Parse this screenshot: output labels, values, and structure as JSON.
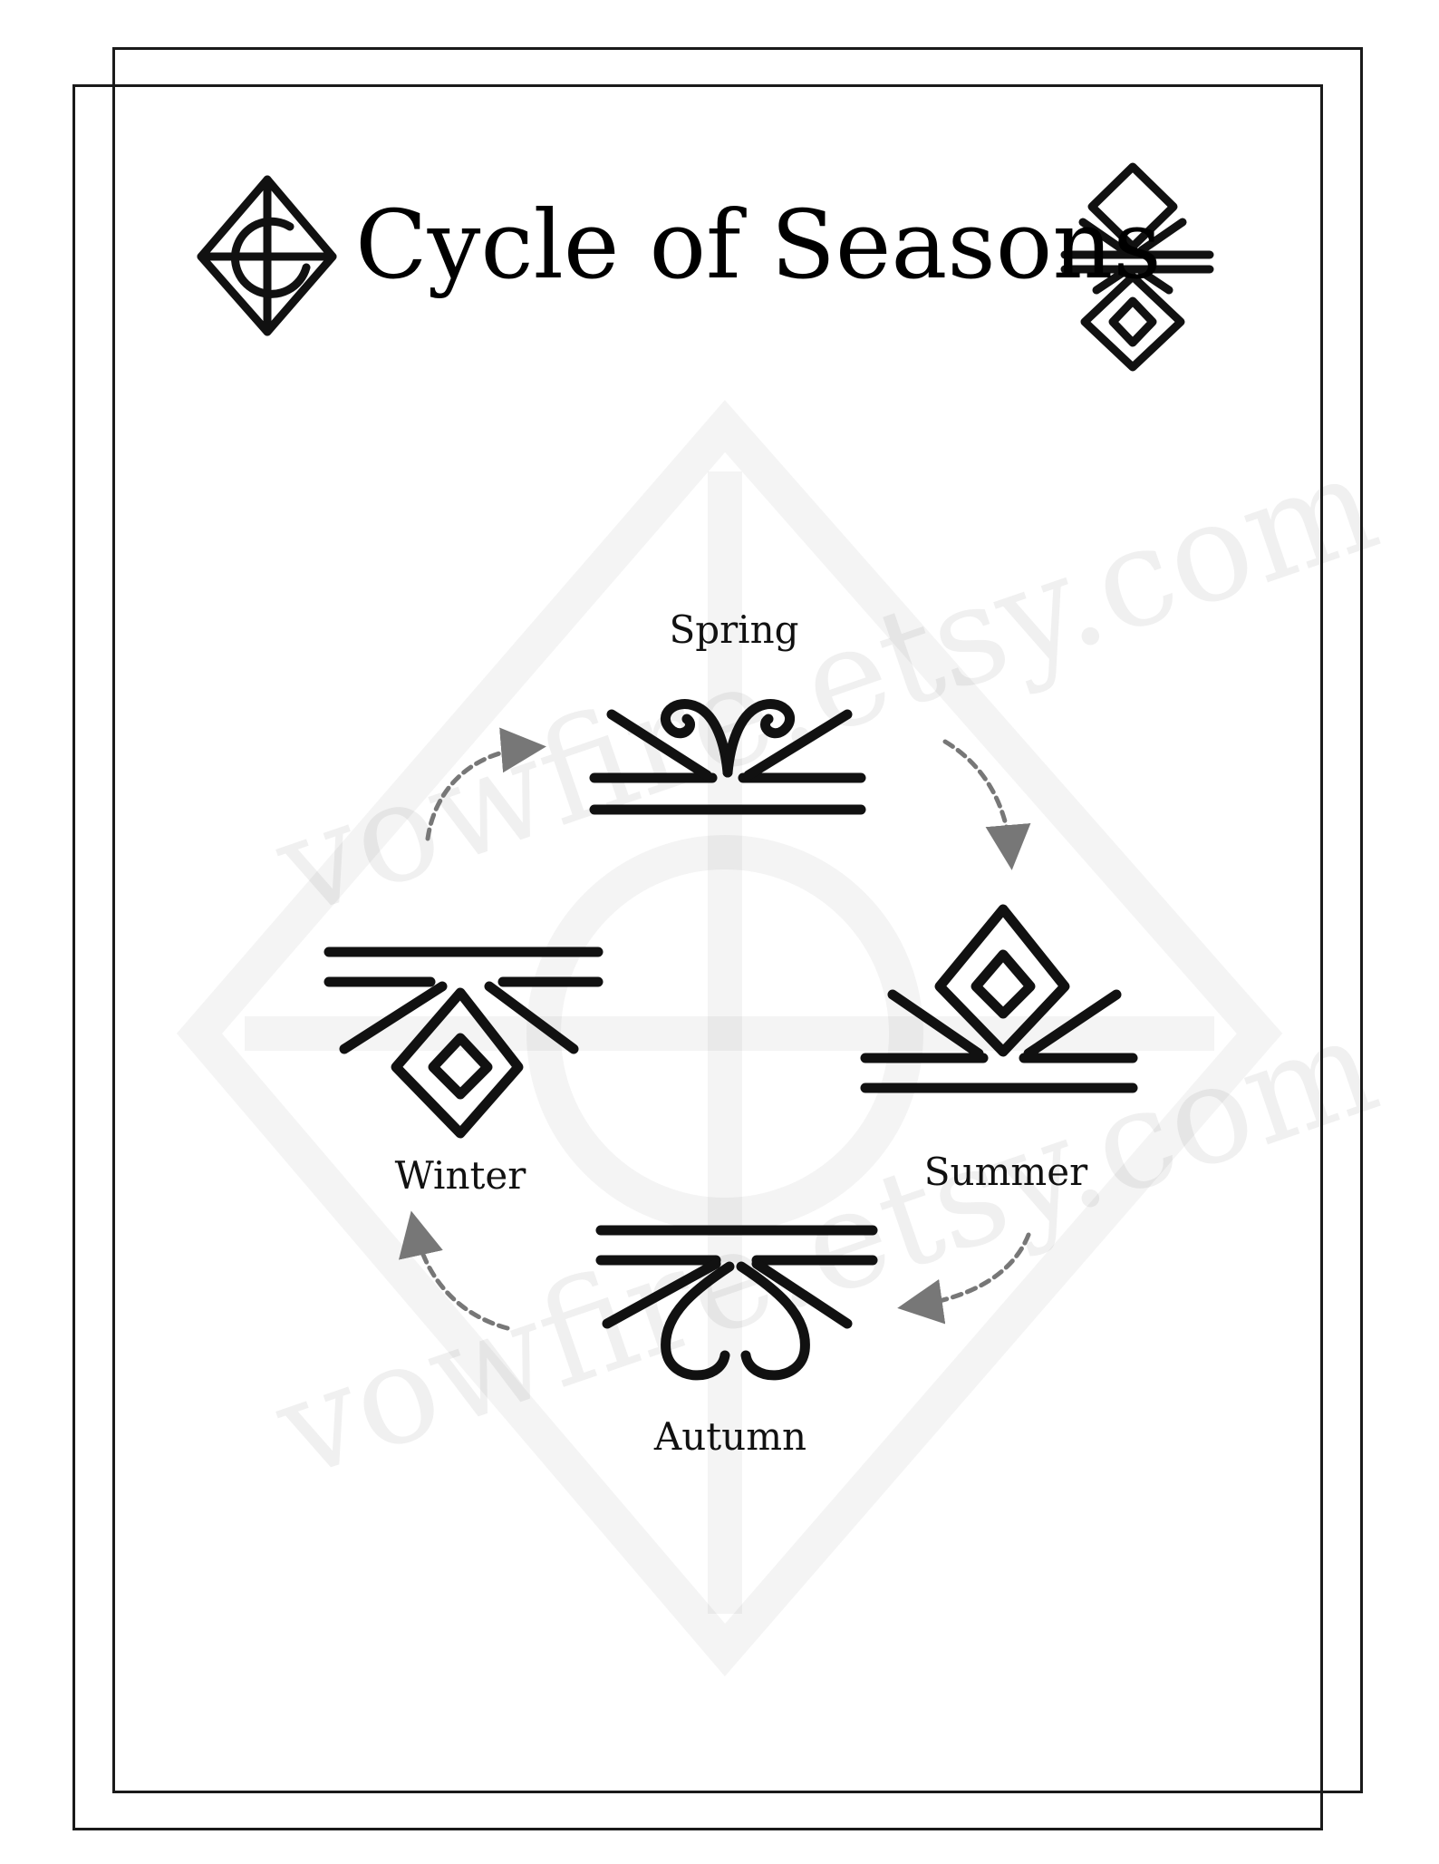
{
  "title": "Cycle of Seasons",
  "watermark": "vowfire.etsy.com",
  "seasons": {
    "spring": "Spring",
    "summer": "Summer",
    "autumn": "Autumn",
    "winter": "Winter"
  },
  "icons": {
    "title_left": "rune-diamond-circle-icon",
    "title_right": "rune-diamonds-bars-icon",
    "spring": "spring-rune-icon",
    "summer": "summer-rune-icon",
    "autumn": "autumn-rune-icon",
    "winter": "winter-rune-icon",
    "arrows": "dashed-arrow-icon"
  },
  "colors": {
    "ink": "#111111",
    "arrow": "#777777",
    "frame": "#1a1a1a"
  }
}
